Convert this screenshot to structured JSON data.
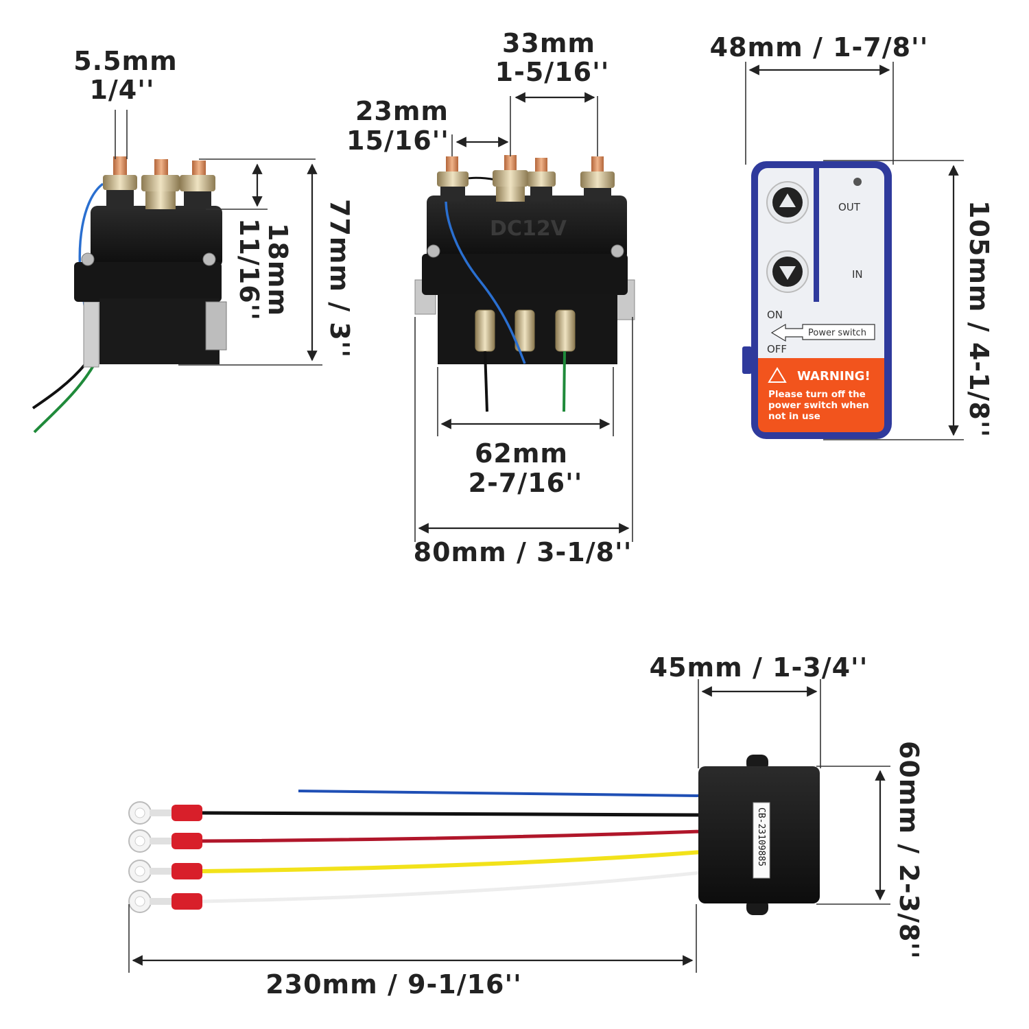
{
  "solenoid_side": {
    "stud_diameter": {
      "metric": "5.5mm",
      "imperial": "1/4''"
    },
    "stud_height": {
      "metric": "18mm",
      "imperial": "11/16''"
    },
    "height": "77mm / 3''"
  },
  "solenoid_front": {
    "housing_marking": "DC12V",
    "stud_spacing_large": {
      "metric": "33mm",
      "imperial": "1-5/16''"
    },
    "stud_spacing_small": {
      "metric": "23mm",
      "imperial": "15/16''"
    },
    "body_width": {
      "metric": "62mm",
      "imperial": "2-7/16''"
    },
    "total_width": "80mm / 3-1/8''"
  },
  "remote": {
    "width": "48mm / 1-7/8''",
    "height": "105mm / 4-1/8''",
    "label_out": "OUT",
    "label_in": "IN",
    "label_on": "ON",
    "label_off": "OFF",
    "power_switch": "Power switch",
    "warning_title": "WARNING!",
    "warning_lines": [
      "Please turn off the",
      "power switch when",
      "not in use"
    ],
    "colors": {
      "shell": "#2f3a9c",
      "face": "#eef0f4",
      "warning": "#f2541d"
    }
  },
  "receiver": {
    "width": "45mm / 1-3/4''",
    "height": "60mm / 2-3/8''",
    "cable_length": "230mm / 9-1/16''",
    "label": "CB-23109885",
    "wire_colors": [
      "#1f4fb5",
      "#111111",
      "#b0162a",
      "#f2e21a",
      "#f2f2f2"
    ]
  }
}
